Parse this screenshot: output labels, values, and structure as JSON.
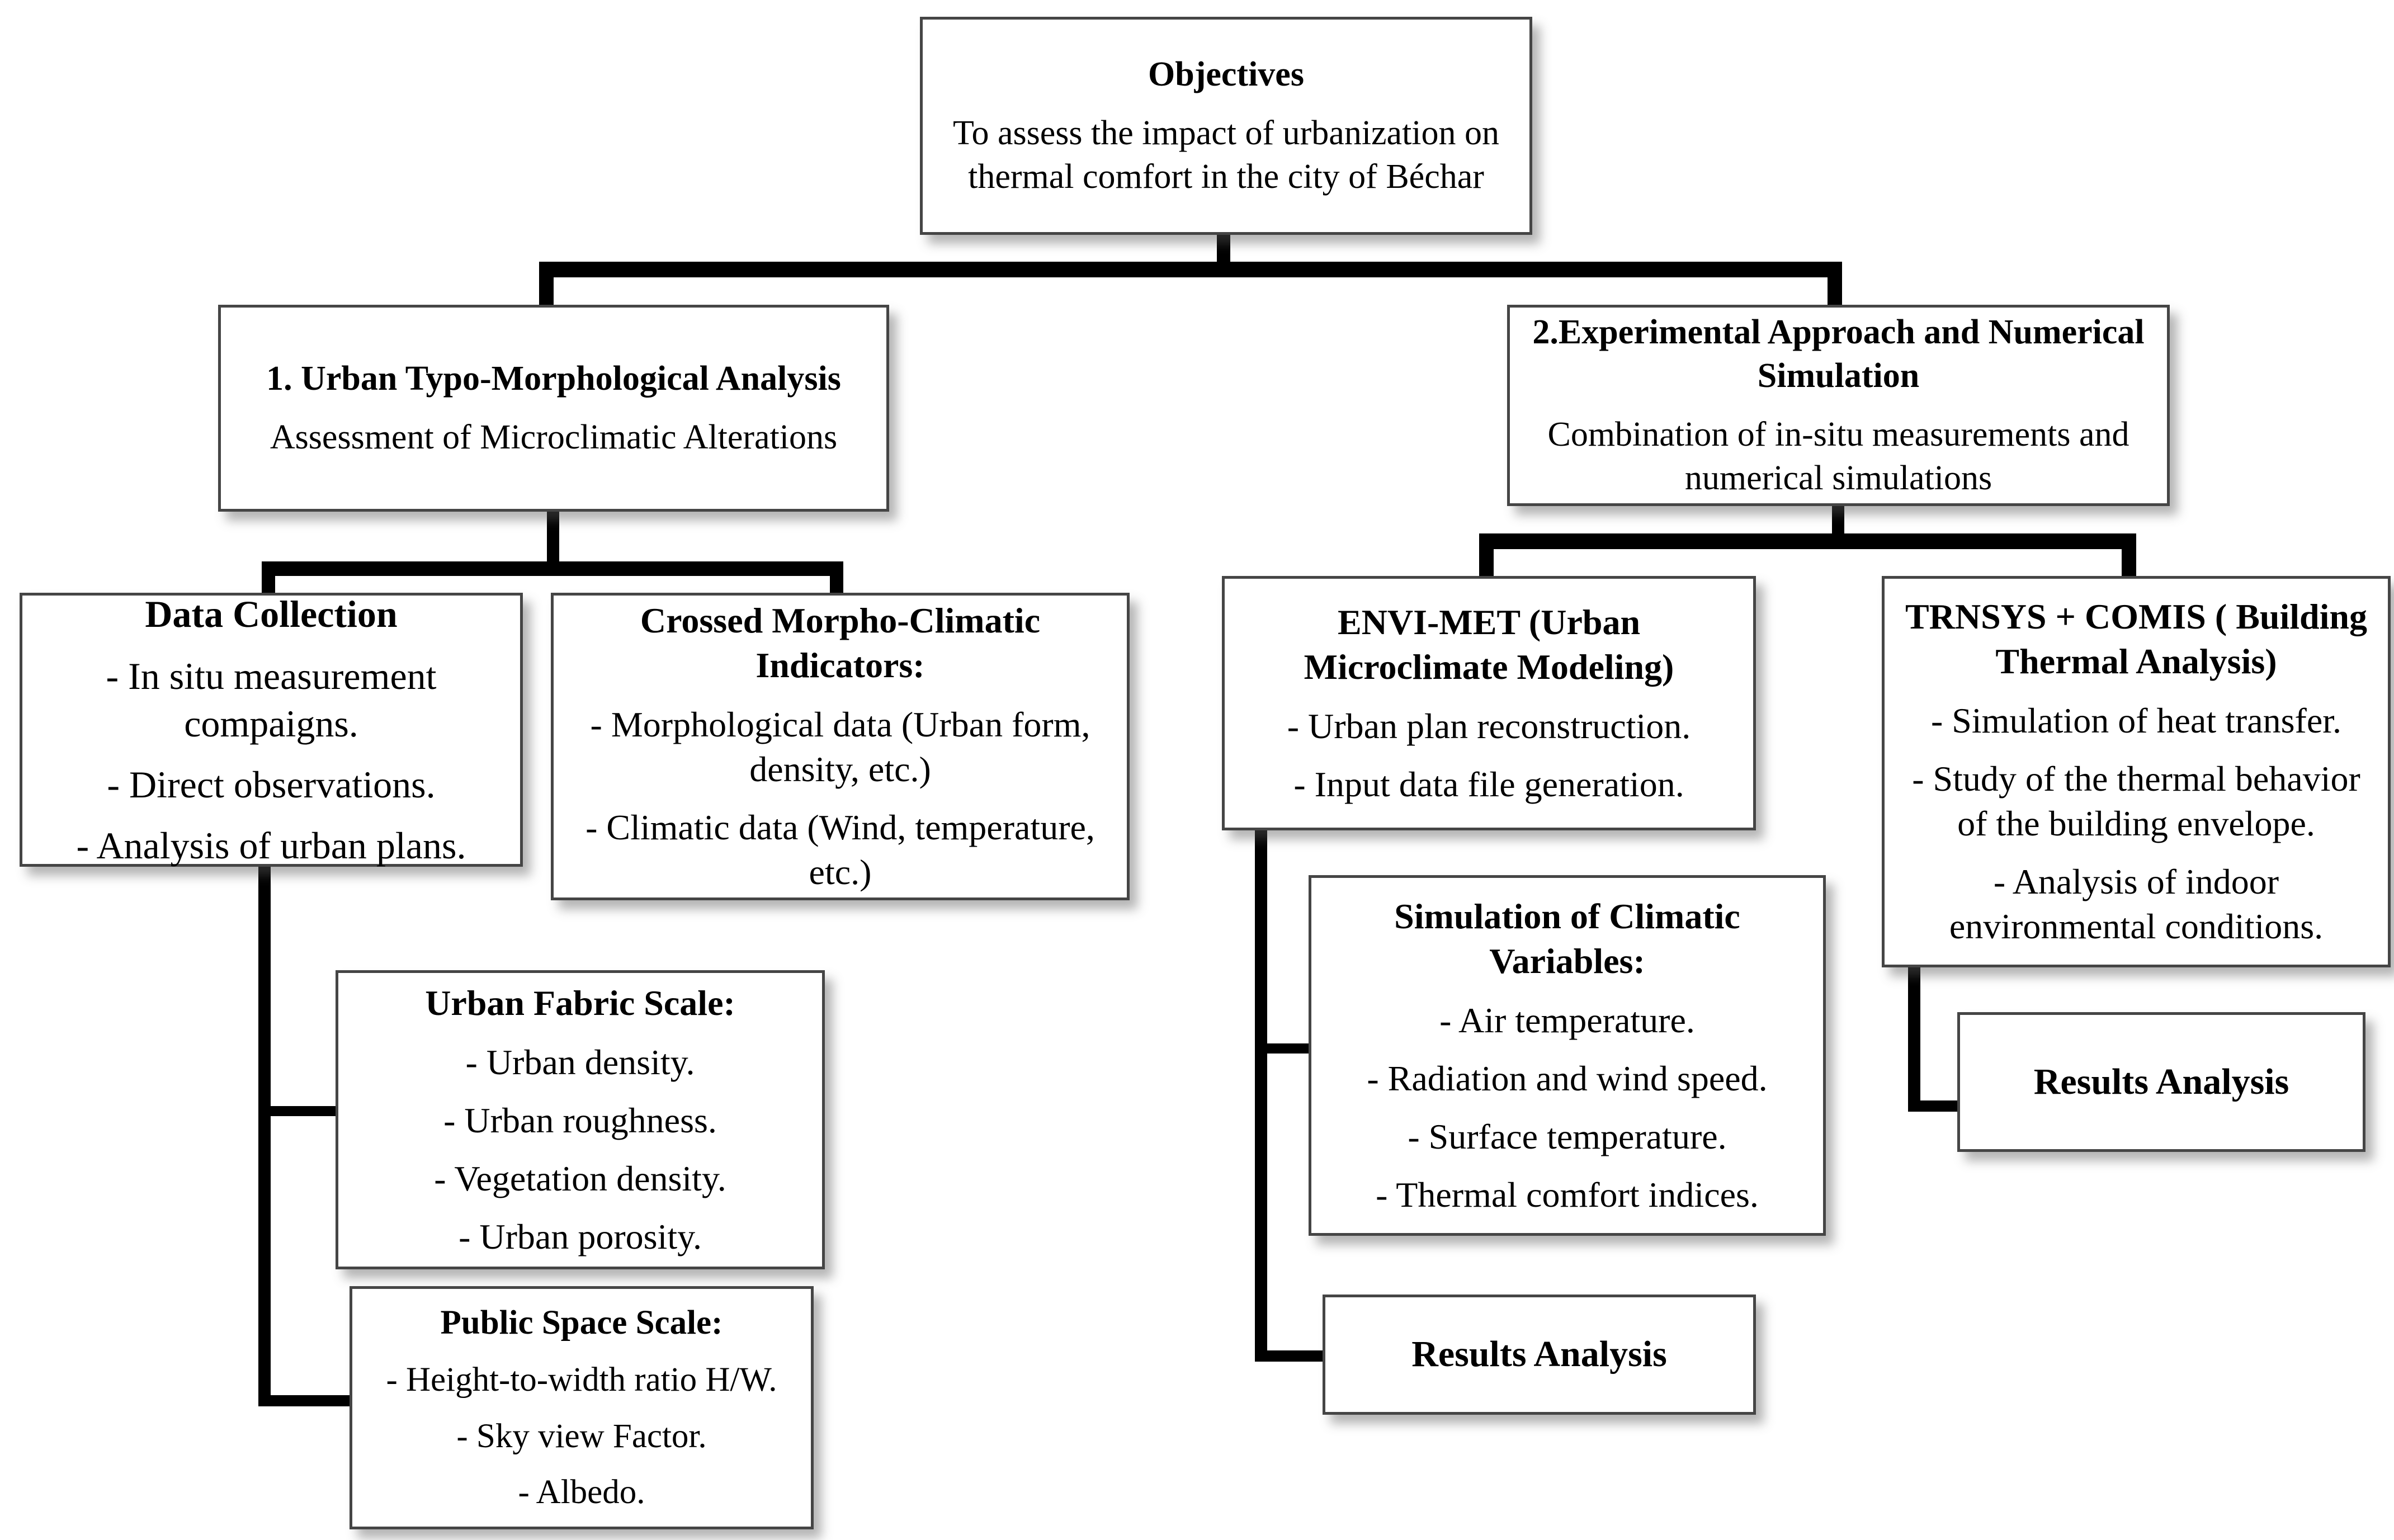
{
  "diagram": {
    "objectives": {
      "title": "Objectives",
      "body": "To assess the impact of urbanization on thermal comfort in the city of Béchar"
    },
    "urban_analysis": {
      "title": "1. Urban Typo-Morphological Analysis",
      "body": "Assessment of Microclimatic Alterations"
    },
    "experimental": {
      "title": "2.Experimental Approach and Numerical Simulation",
      "body": "Combination of in-situ measurements and numerical simulations"
    },
    "data_collection": {
      "title": "Data Collection",
      "items": [
        "- In situ measurement compaigns.",
        "- Direct observations.",
        "- Analysis of urban plans."
      ]
    },
    "crossed_indicators": {
      "title": "Crossed Morpho-Climatic Indicators:",
      "items": [
        "- Morphological data (Urban form, density, etc.)",
        "- Climatic data (Wind, temperature, etc.)"
      ]
    },
    "envi_met": {
      "title": "ENVI-MET (Urban Microclimate Modeling)",
      "items": [
        "- Urban plan reconstruction.",
        "- Input data file generation."
      ]
    },
    "trnsys_comis": {
      "title": "TRNSYS + COMIS ( Building Thermal Analysis)",
      "items": [
        "- Simulation of heat transfer.",
        "- Study of the thermal behavior of the building envelope.",
        "- Analysis of indoor environmental conditions."
      ]
    },
    "urban_fabric": {
      "title": "Urban Fabric Scale:",
      "items": [
        "- Urban density.",
        "- Urban roughness.",
        "- Vegetation density.",
        "- Urban porosity."
      ]
    },
    "public_space": {
      "title": "Public Space Scale:",
      "items": [
        "- Height-to-width ratio H/W.",
        "- Sky view Factor.",
        "- Albedo."
      ]
    },
    "sim_climatic": {
      "title": "Simulation of Climatic Variables:",
      "items": [
        "- Air temperature.",
        "- Radiation and wind speed.",
        "- Surface temperature.",
        "- Thermal comfort indices."
      ]
    },
    "results_left": {
      "title": "Results Analysis"
    },
    "results_right": {
      "title": "Results Analysis"
    }
  },
  "colors": {
    "connector_line": "#000000",
    "box_border": "#454545",
    "background": "#ffffff",
    "text": "#000000"
  }
}
